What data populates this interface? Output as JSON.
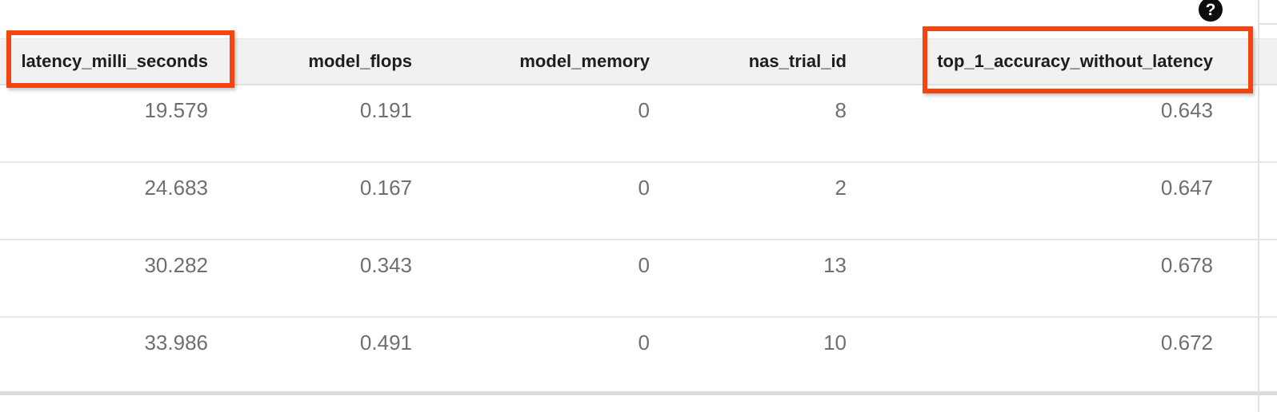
{
  "help": {
    "glyph": "?"
  },
  "table": {
    "columns": [
      "latency_milli_seconds",
      "model_flops",
      "model_memory",
      "nas_trial_id",
      "top_1_accuracy_without_latency"
    ],
    "rows": [
      [
        "19.579",
        "0.191",
        "0",
        "8",
        "0.643"
      ],
      [
        "24.683",
        "0.167",
        "0",
        "2",
        "0.647"
      ],
      [
        "30.282",
        "0.343",
        "0",
        "13",
        "0.678"
      ],
      [
        "33.986",
        "0.491",
        "0",
        "10",
        "0.672"
      ]
    ]
  },
  "annotations": {
    "highlighted_columns": [
      "latency_milli_seconds",
      "top_1_accuracy_without_latency"
    ],
    "highlight_color": "#f4440f"
  },
  "colors": {
    "header_background": "#f1f1f2",
    "row_separator": "#e7e7e7",
    "header_text": "#1e1e1e",
    "cell_text": "#6f6f6f",
    "help_icon_background": "#0d0d0d"
  }
}
